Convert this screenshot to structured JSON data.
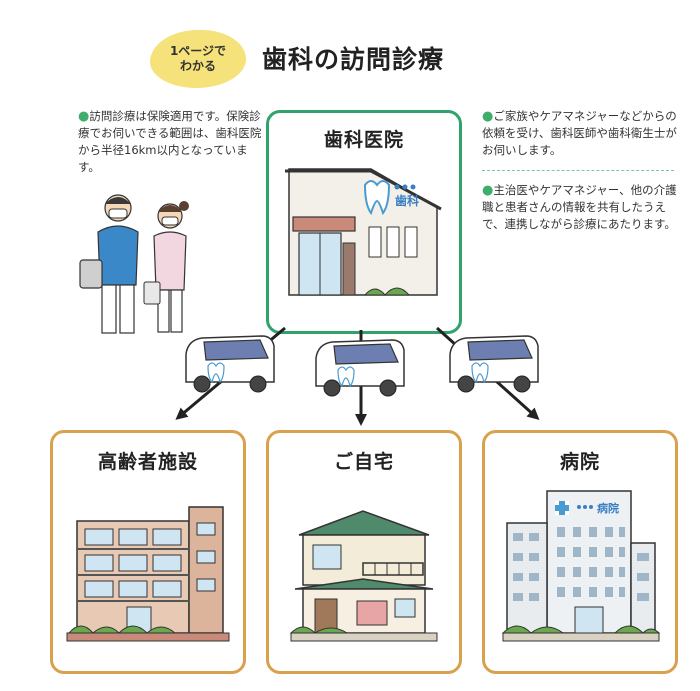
{
  "header": {
    "badge_line1": "1ページで",
    "badge_line2": "わかる",
    "title": "歯科の訪問診療"
  },
  "notes": {
    "left": "訪問診療は保険適用です。保険診療でお伺いできる範囲は、歯科医院から半径16km以内となっています。",
    "right_1": "ご家族やケアマネジャーなどからの依頼を受け、歯科医師や歯科衛生士がお伺いします。",
    "right_2": "主治医やケアマネジャー、他の介護職と患者さんの情報を共有したうえで、連携しながら診療にあたります。"
  },
  "clinic": {
    "label": "歯科医院",
    "sign_text": "歯科"
  },
  "destinations": [
    {
      "label": "高齢者施設"
    },
    {
      "label": "ご自宅"
    },
    {
      "label": "病院",
      "sign_text": "病院"
    }
  ],
  "colors": {
    "clinic_border": "#2fa36b",
    "destination_border": "#d9a04d",
    "badge": "#f6e27a",
    "bullet": "#3fae6a"
  }
}
